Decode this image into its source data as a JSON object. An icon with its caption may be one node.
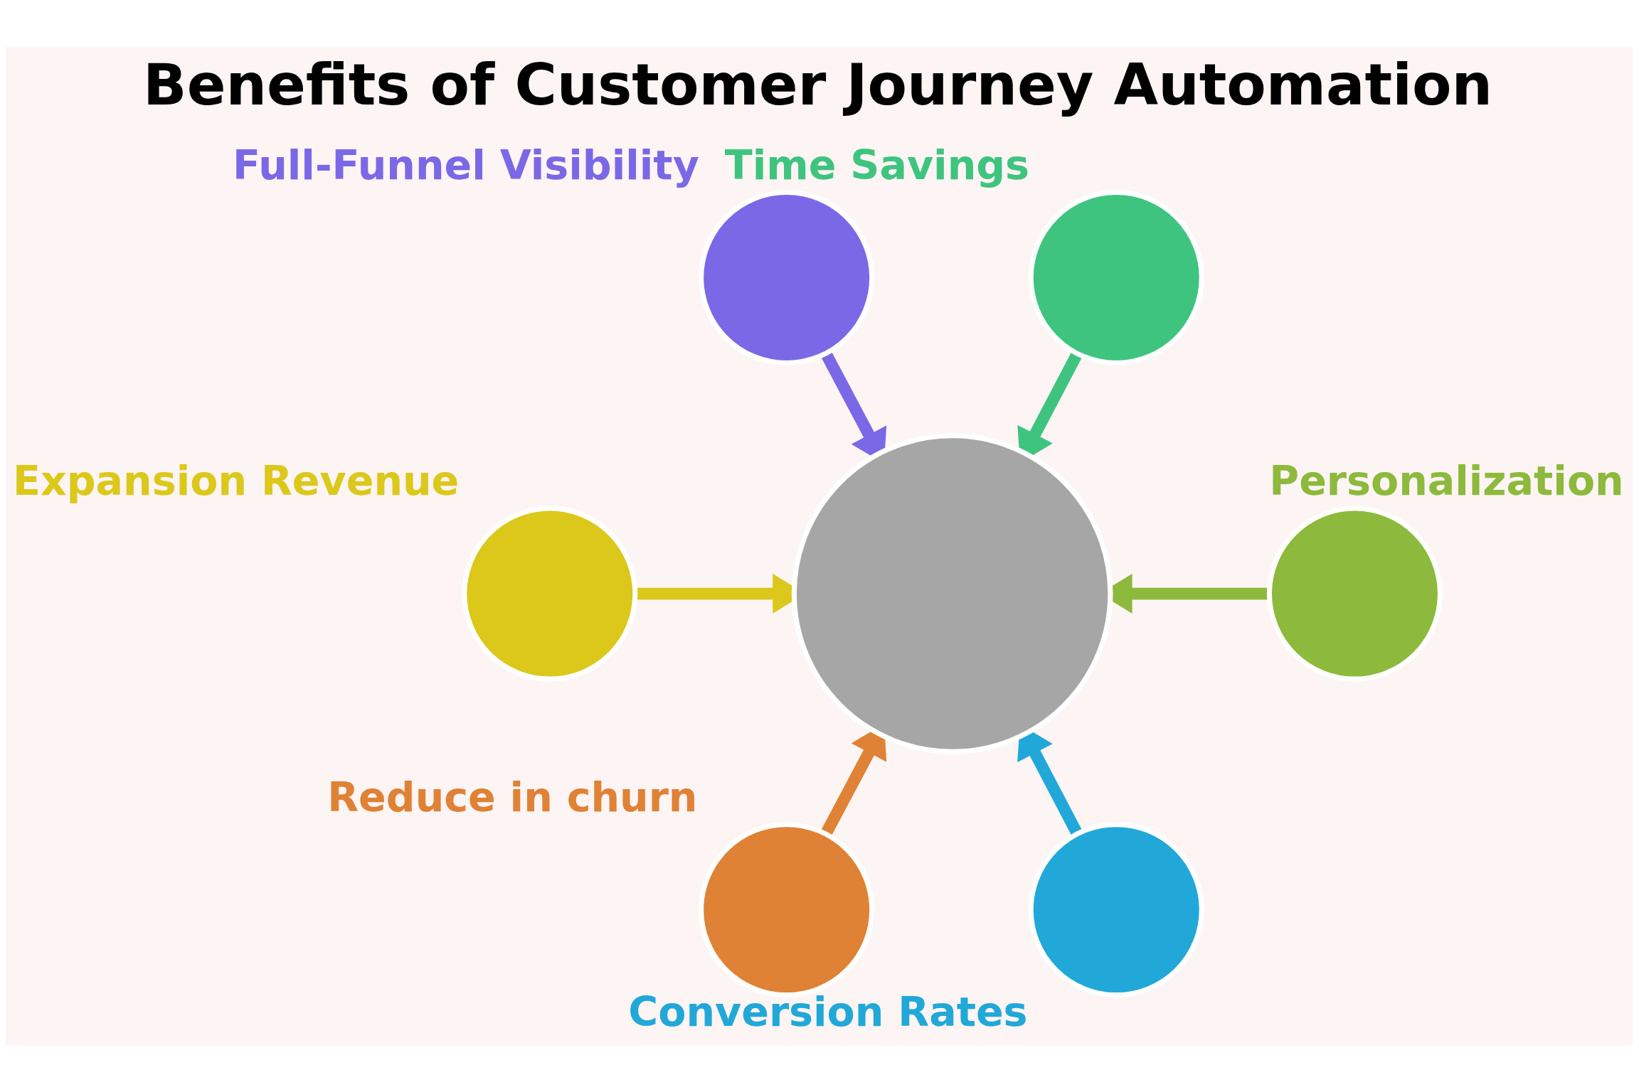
{
  "diagram": {
    "title": "Benefits of Customer Journey Automation",
    "nodes": [
      {
        "text": [
          "Full-Funnel Visibility"
        ]
      },
      {
        "text": [
          "Time Savings"
        ]
      },
      {
        "text": [
          "Expansion Revenue"
        ]
      },
      {
        "text": [],
        "shape": "circle"
      },
      {
        "text": [
          "Personalization"
        ]
      },
      {
        "text": [
          "Reduce in churn"
        ]
      },
      {
        "text": [
          "Conversion Rates"
        ]
      }
    ],
    "edges": [
      {
        "from": 0,
        "to": 3,
        "arrow": "to",
        "color": "#7b68e6"
      },
      {
        "from": 1,
        "to": 3,
        "arrow": "to",
        "color": "#3fc47f"
      },
      {
        "from": 2,
        "to": 3,
        "arrow": "to",
        "color": "#dbc81a"
      },
      {
        "from": 4,
        "to": 3,
        "arrow": "to",
        "color": "#8db93c"
      },
      {
        "from": 5,
        "to": 3,
        "arrow": "to",
        "color": "#df8235"
      },
      {
        "from": 6,
        "to": 3,
        "arrow": "to",
        "color": "#21a8d8"
      }
    ]
  }
}
